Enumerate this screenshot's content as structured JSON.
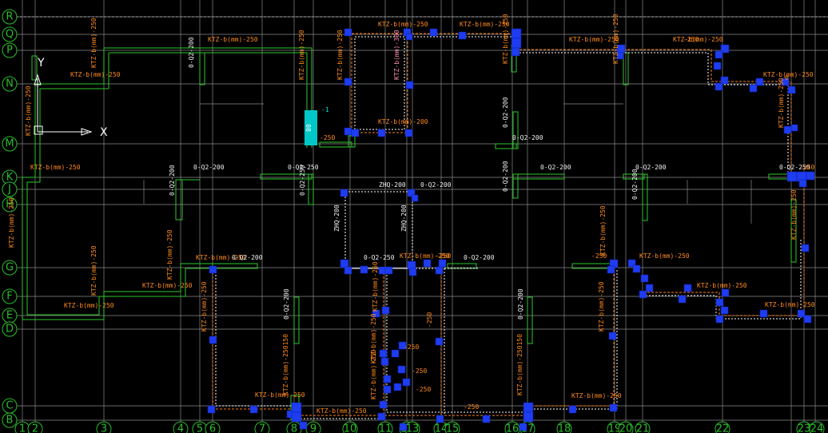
{
  "app": {
    "title": "CAD structural plan",
    "model_space": true
  },
  "colors": {
    "background": "#000000",
    "grid": "#8a8a8a",
    "axis_bubble": "#2bbd2b",
    "wall": "#2bc82b",
    "beam": "#ff7f1f",
    "column": "#1e3cf0",
    "label": "#ff8a1c",
    "highlight": "#00c8c8"
  },
  "ucs": {
    "x_label": "X",
    "y_label": "Y"
  },
  "axis_rows": [
    "R",
    "Q",
    "P",
    "N",
    "M",
    "K",
    "J",
    "H",
    "G",
    "F",
    "E",
    "D",
    "C",
    "B"
  ],
  "axis_cols": [
    "1",
    "2",
    "3",
    "4",
    "5",
    "6",
    "7",
    "8",
    "9",
    "10",
    "12",
    "13",
    "14",
    "15",
    "16",
    "17",
    "18",
    "19",
    "20",
    "21",
    "22",
    "23",
    "24"
  ],
  "axis_bottom": [
    "1",
    "2",
    "3",
    "4",
    "5",
    "6",
    "7",
    "8",
    "9",
    "10",
    "11",
    "12",
    "13",
    "14",
    "15",
    "16",
    "17",
    "18",
    "19",
    "20",
    "21",
    "22",
    "23",
    "24"
  ],
  "labels": {
    "q2_200": "0-Q2-200",
    "q2_250": "0-Q2-250",
    "zhq": "ZHQ-200",
    "beam_250": "KTZ-b(mm)-250",
    "beam_200": "KTZ-b(mm)-200",
    "beam_300": "KTZ-b(mm)-300",
    "beam_250150": "KTZ-b(mm)-250150",
    "neg1": "-1",
    "cyan_tag": "00",
    "c0": "0",
    "small_250": "-250",
    "small_200": "-200"
  }
}
